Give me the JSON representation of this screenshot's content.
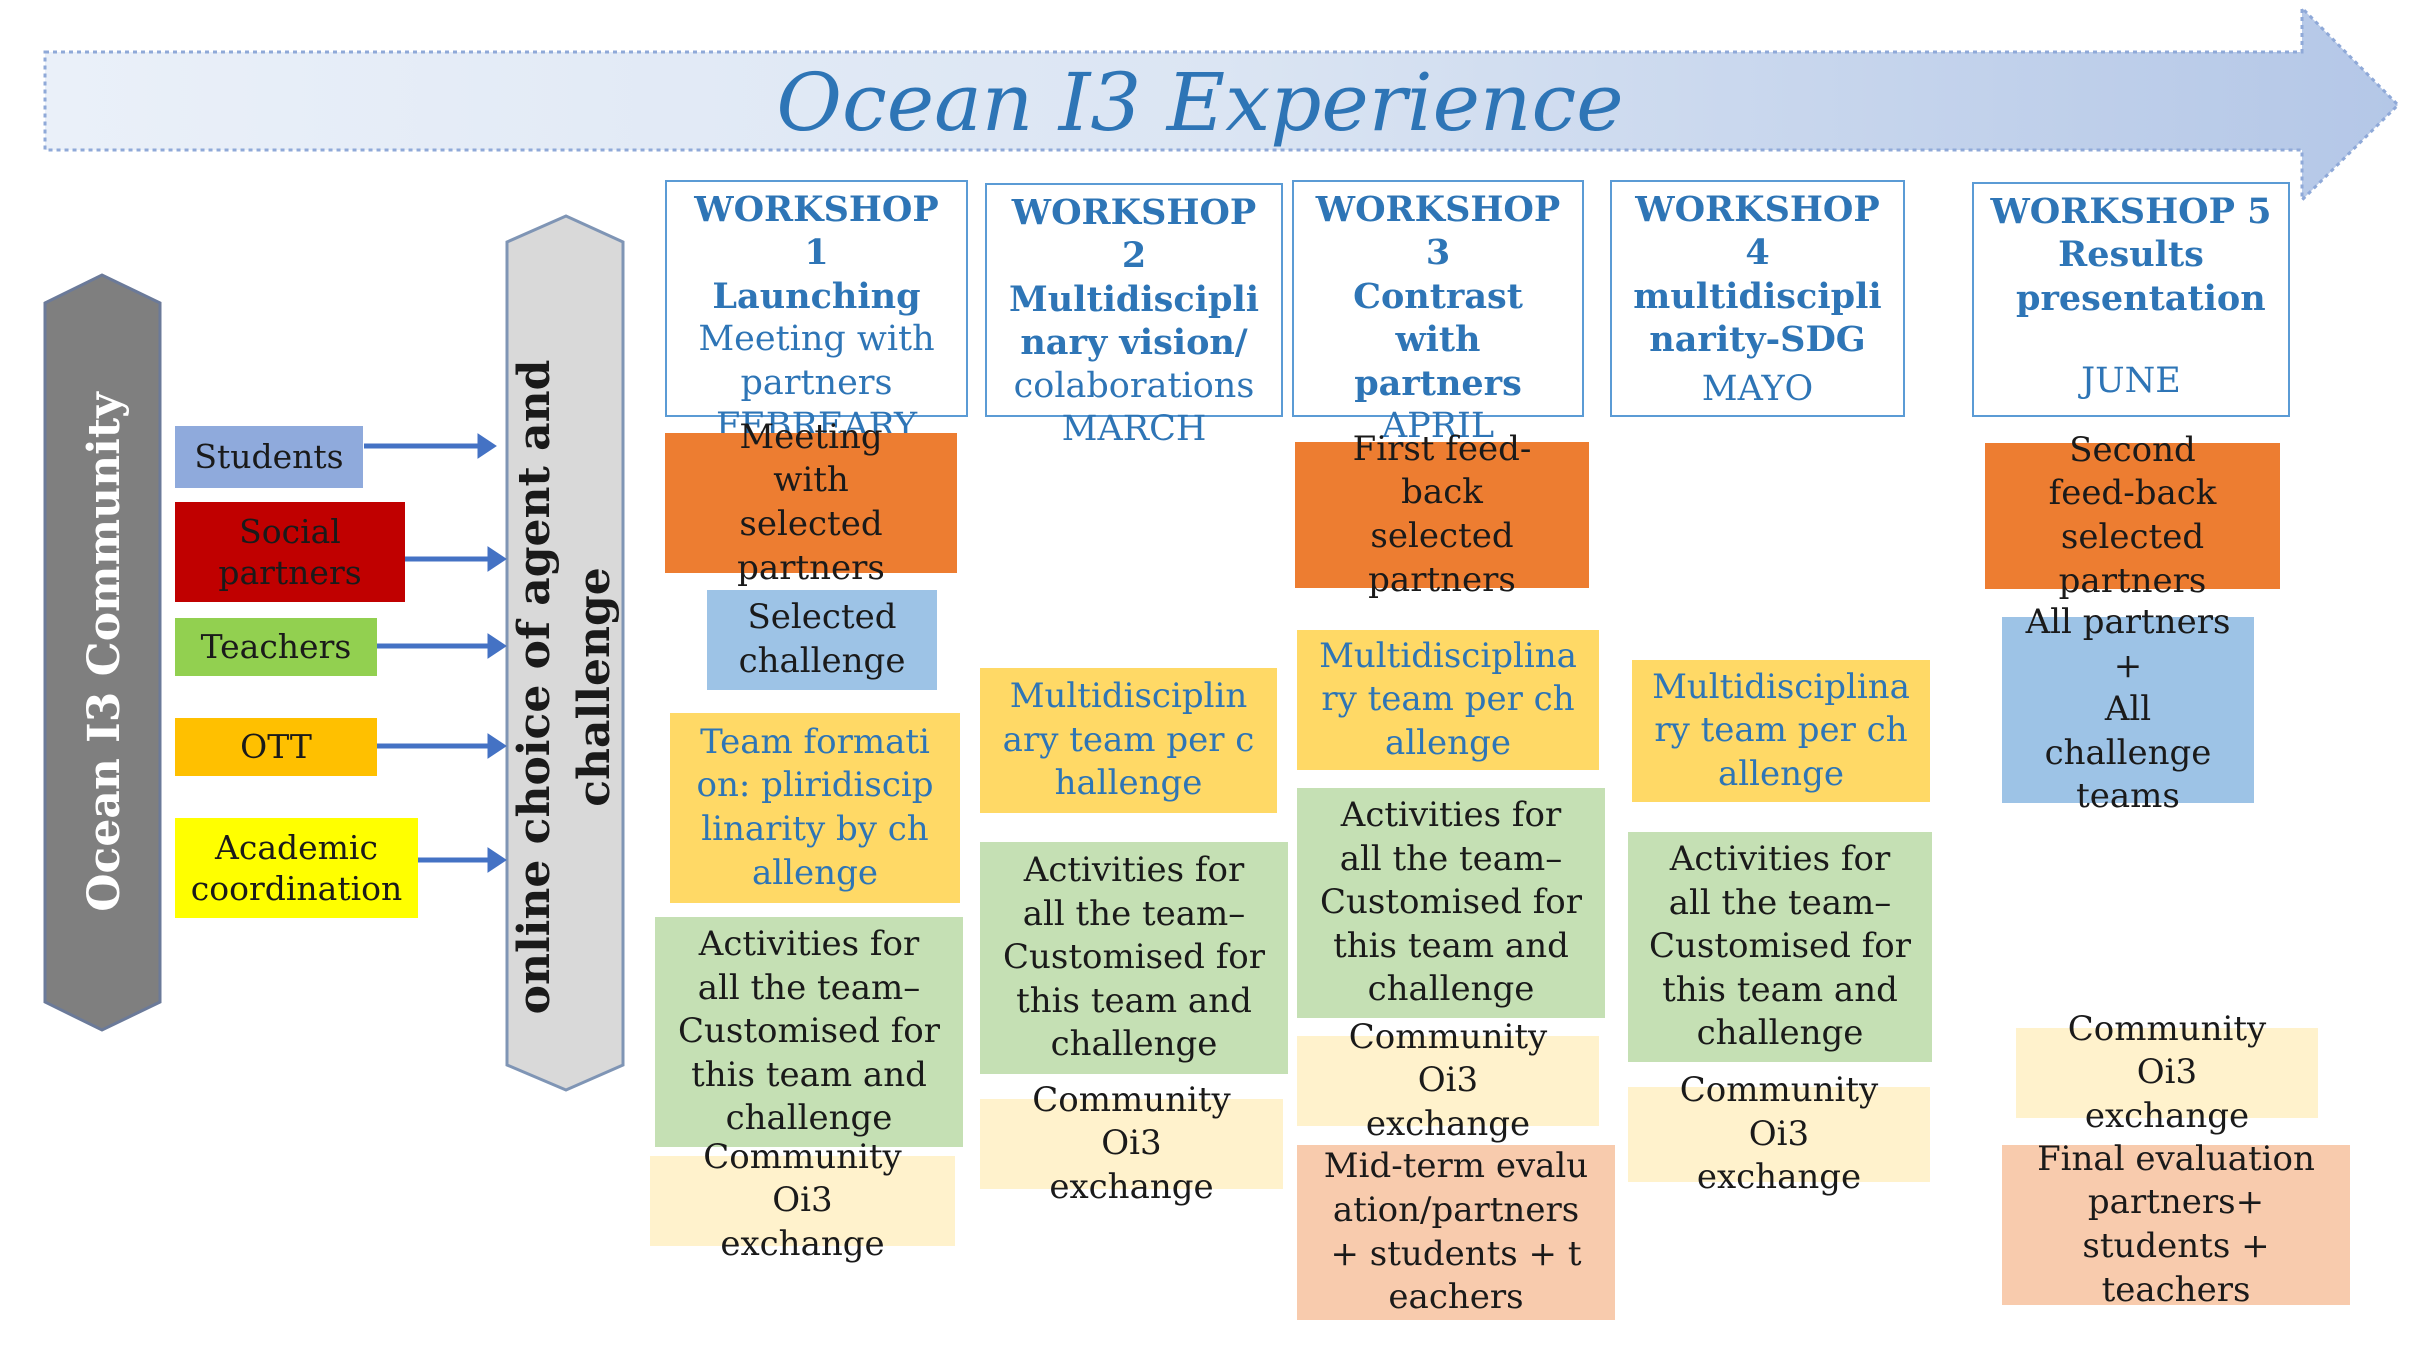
{
  "title": "Ocean I3 Experience",
  "community_label": "Ocean I3 Community",
  "choice_label": "online choice of agent and challenge",
  "participants": [
    {
      "label": "Students",
      "color": "#8faadc"
    },
    {
      "label": "Social partners",
      "color": "#c00000"
    },
    {
      "label": "Teachers",
      "color": "#92d050"
    },
    {
      "label": "OTT",
      "color": "#ffc000"
    },
    {
      "label": "Academic coordination",
      "color": "#ffff00"
    }
  ],
  "workshops": [
    {
      "line1": "WORKSHOP 1",
      "line2": "Launching",
      "line3": "Meeting with partners",
      "month": "FEBREARY"
    },
    {
      "line1": "WORKSHOP 2",
      "line2": "Multidisciplinary vision/",
      "line3": "colaborations",
      "month": "MARCH"
    },
    {
      "line1": "WORKSHOP 3",
      "line2": "Contrast with partners",
      "line3": "",
      "month": "APRIL"
    },
    {
      "line1": "WORKSHOP 4",
      "line2": "multidisciplinarity-SDG",
      "line3": "",
      "month": "MAYO"
    },
    {
      "line1": "WORKSHOP 5",
      "line2": "Results presentation",
      "line3": "",
      "month": "JUNE"
    }
  ],
  "activities": {
    "meeting_selected": "Meeting with selected partners",
    "selected_challenge": "Selected challenge",
    "team_formation": "Team formation: pliridisciplinarity by challenge",
    "multi_team": "Multidisciplinary team per challenge",
    "activities_all": "Activities for all the team– Customised for this team and challenge",
    "community": "Community Oi3 exchange",
    "first_feedback": "First feed-back selected partners",
    "second_feedback": "Second feed-back selected partners",
    "all_partners": "All partners",
    "plus": "+",
    "all_teams": "All challenge teams",
    "midterm": "Mid-term evaluation/partners + students + teachers",
    "final": "Final evaluation partners+ students + teachers"
  },
  "colors": {
    "arrow_fill": "#d6e1f1",
    "title_color": "#2e75b6",
    "community_bar": "#7f7f7f",
    "choice_bar": "#d9d9d9",
    "workshop_border": "#5b9bd5",
    "orange": "#ed7d31",
    "blue": "#9dc3e6",
    "yellow": "#ffd966",
    "green": "#c5e0b4",
    "cream": "#fff2cc",
    "peach": "#f8cbad",
    "connector": "#4472c4"
  }
}
